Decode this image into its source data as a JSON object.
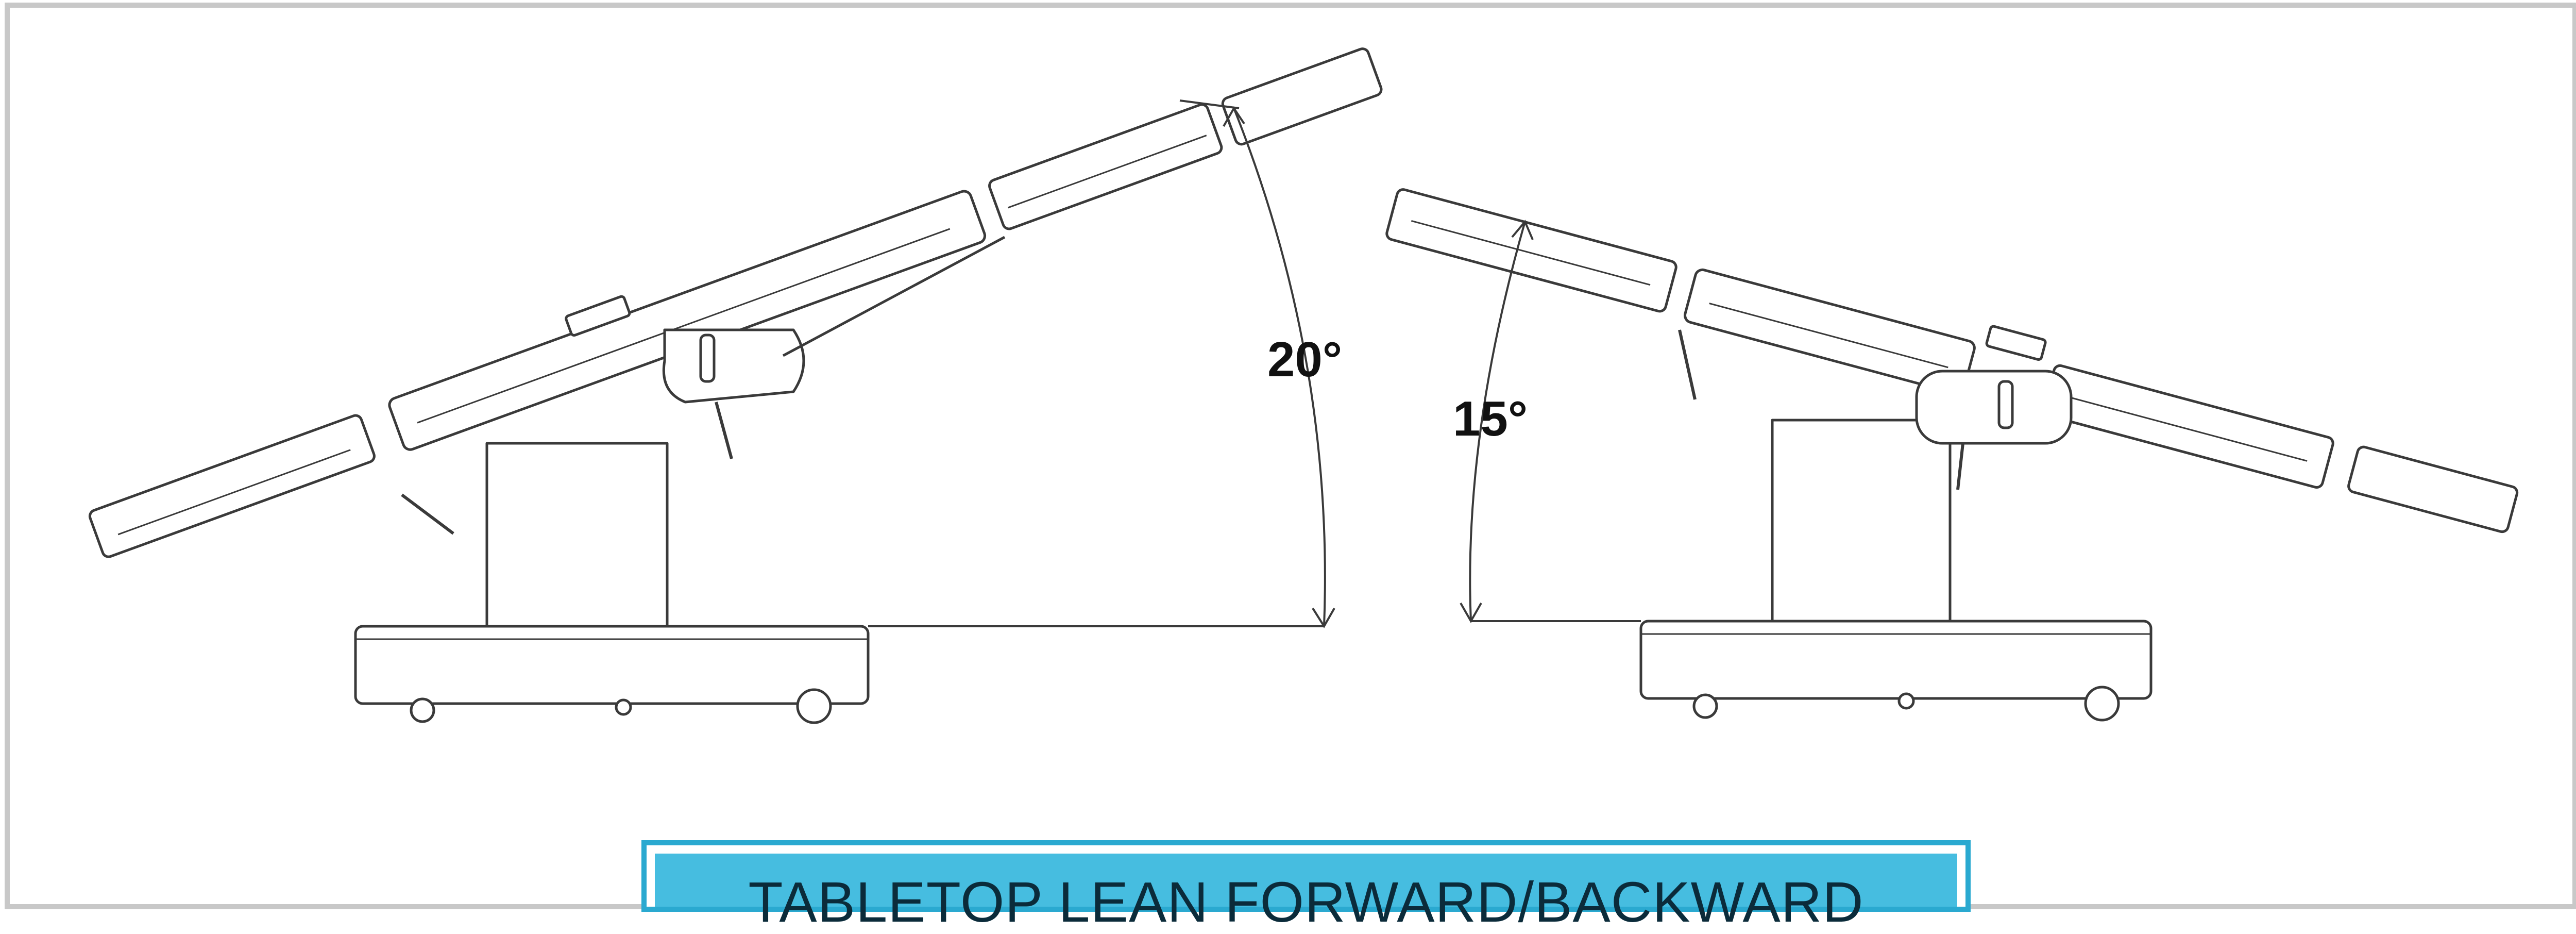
{
  "diagram": {
    "left_view": {
      "angle_label": "20°"
    },
    "right_view": {
      "angle_label": "15°"
    },
    "banner": {
      "title": "TABLETOP LEAN FORWARD/BACKWARD"
    },
    "colors": {
      "line": "#3a3a3a",
      "banner_border": "#2aa9d0",
      "banner_fill": "#46bde0",
      "frame": "#c8c8c8"
    }
  }
}
